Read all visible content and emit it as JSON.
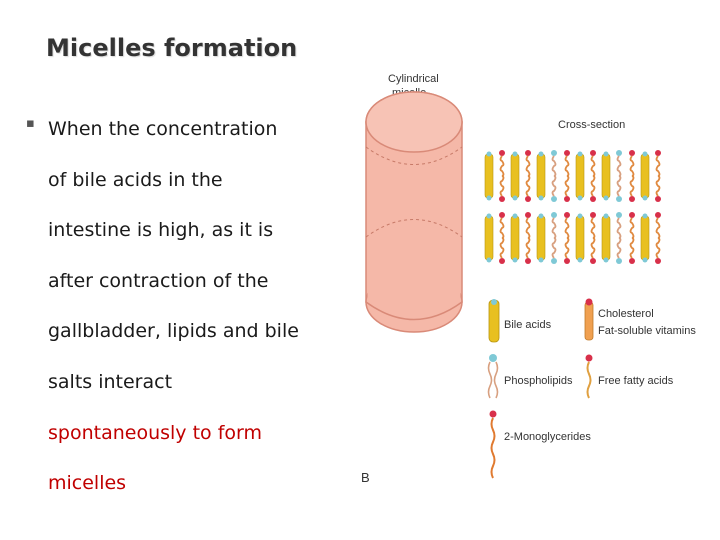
{
  "slide": {
    "title": "Micelles formation",
    "bullet_icon": "bullet-icon",
    "body_lines": [
      {
        "text": "When the concentration",
        "color": "#1a1a1a"
      },
      {
        "text": "of bile acids in the",
        "color": "#1a1a1a"
      },
      {
        "text": "intestine is high, as it is",
        "color": "#1a1a1a"
      },
      {
        "text": "after contraction of the",
        "color": "#1a1a1a"
      },
      {
        "text": "gallbladder, lipids and bile",
        "color": "#1a1a1a"
      },
      {
        "text": "salts interact",
        "color": "#1a1a1a"
      },
      {
        "text": "spontaneously to form",
        "color": "#c00000"
      },
      {
        "text": "micelles",
        "color": "#c00000"
      }
    ]
  },
  "figure": {
    "cylinder_label_line1": "Cylindrical",
    "cylinder_label_line2": "micelle",
    "cross_section_label": "Cross-section",
    "panel_letter": "B",
    "legend": {
      "bile_acids": "Bile acids",
      "cholesterol": "Cholesterol",
      "fat_soluble_vitamins": "Fat-soluble vitamins",
      "phospholipids": "Phospholipids",
      "free_fatty_acids": "Free fatty acids",
      "monoglycerides": "2-Monoglycerides"
    },
    "colors": {
      "cylinder_fill": "#f5b8a8",
      "cylinder_stroke": "#d98a78",
      "bile_acid": "#e8c020",
      "phospholipid_head": "#7fc9d6",
      "chain": "#e08a40",
      "red_head": "#d8304a",
      "emphasis_text": "#c00000"
    }
  }
}
